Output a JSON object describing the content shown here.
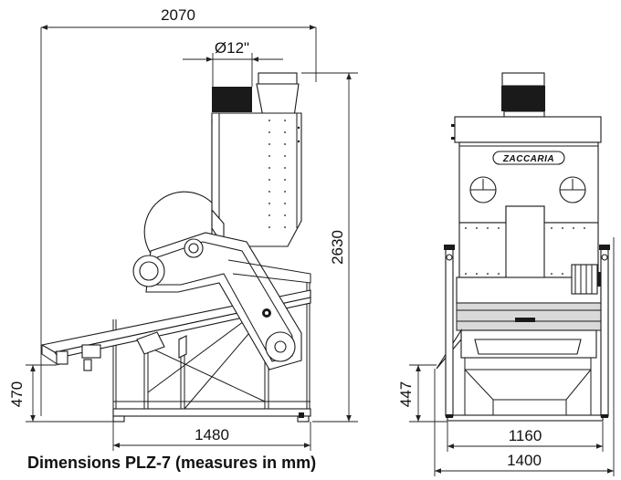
{
  "dimensions": {
    "overall_width": "2070",
    "duct_diameter": "Ø12\"",
    "overall_height": "2630",
    "side_inlet_height": "470",
    "side_base_length": "1480",
    "front_inlet_height": "447",
    "front_inner_width": "1160",
    "front_outer_width": "1400"
  },
  "brand": "ZACCARIA",
  "caption": "Dimensions PLZ-7 (measures in mm)"
}
